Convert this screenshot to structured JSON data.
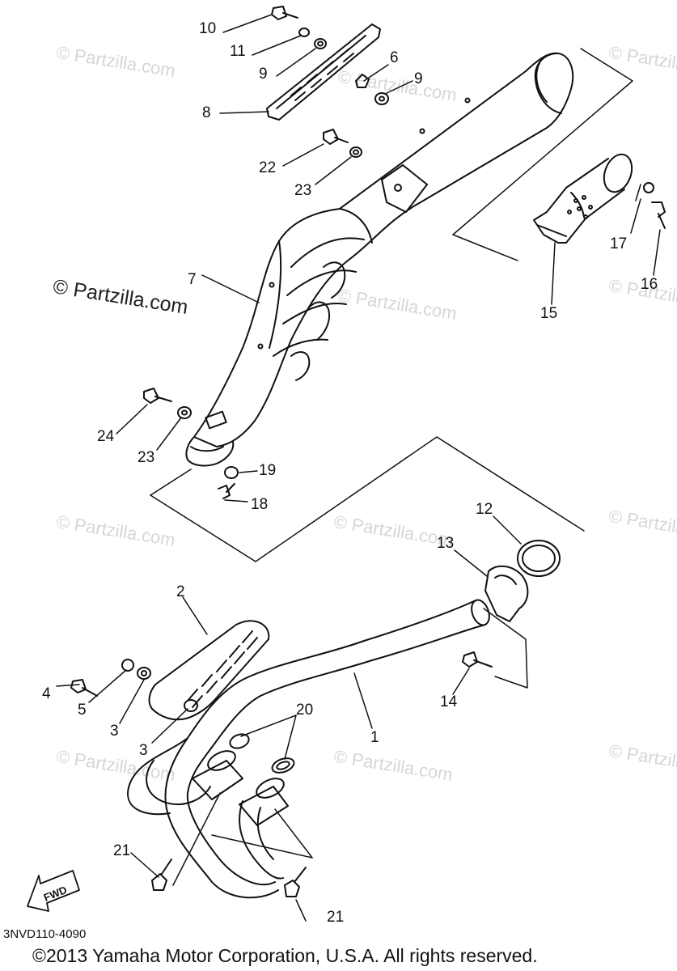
{
  "watermark": {
    "small": "© Partzilla.com",
    "large": "© Partzilla.com"
  },
  "callouts": {
    "c1": "1",
    "c2": "2",
    "c3a": "3",
    "c3b": "3",
    "c4": "4",
    "c5": "5",
    "c6": "6",
    "c7": "7",
    "c8": "8",
    "c9a": "9",
    "c9b": "9",
    "c10": "10",
    "c11": "11",
    "c12": "12",
    "c13": "13",
    "c14": "14",
    "c15": "15",
    "c16": "16",
    "c17": "17",
    "c18": "18",
    "c19": "19",
    "c20": "20",
    "c21a": "21",
    "c21b": "21",
    "c22": "22",
    "c23a": "23",
    "c23b": "23",
    "c24": "24"
  },
  "fwd": "FWD",
  "diagram_code": "3NVD110-4090",
  "copyright": "©2013 Yamaha Motor Corporation, U.S.A. All rights reserved."
}
